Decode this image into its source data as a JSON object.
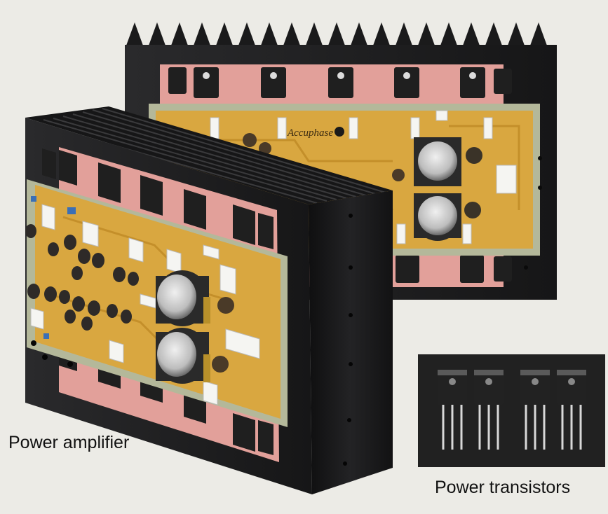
{
  "captions": {
    "amplifier": "Power amplifier",
    "transistors": "Power transistors"
  },
  "logo_text": "Accuphase",
  "colors": {
    "background": "#ecebe6",
    "heatsink": "#1c1c1e",
    "thermal_pad": "#e2a09a",
    "pcb": "#d9a740",
    "pcb_edge": "#b4b89a",
    "capacitor": "#2a2a2a"
  }
}
